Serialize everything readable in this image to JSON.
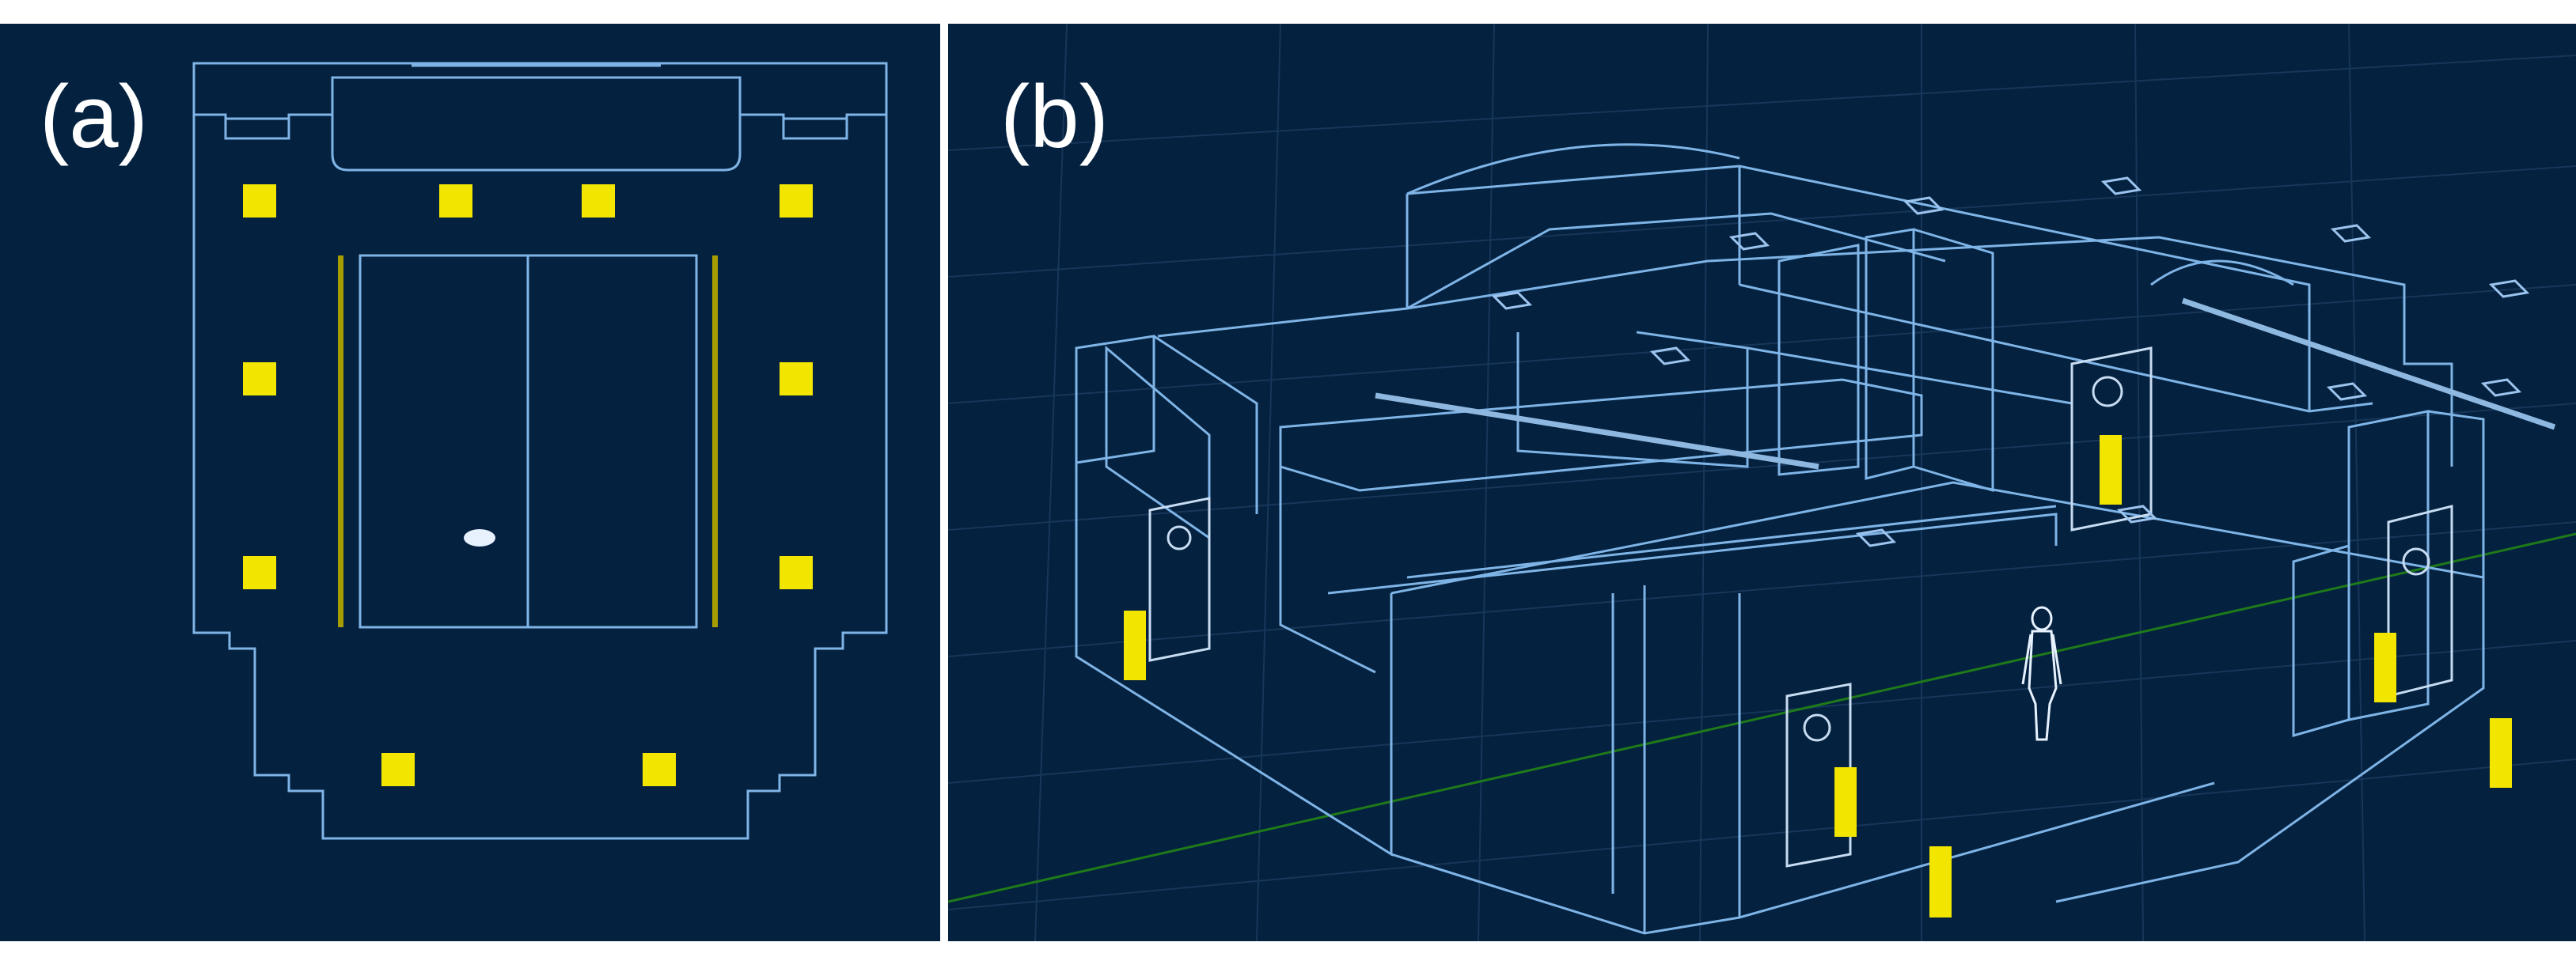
{
  "panels": [
    {
      "id": "a",
      "label": "(a)"
    },
    {
      "id": "b",
      "label": "(b)"
    }
  ],
  "colors": {
    "background": "#04213f",
    "outline": "#7fb4e6",
    "grid": "#173659",
    "lamp": "#f2e600",
    "rail": "#a79d00",
    "ground_line": "#1f7a1a",
    "figure": "#e8f2ff"
  },
  "icons": {
    "lamp": "yellow-square-lamp-icon",
    "person": "human-figure-icon",
    "door": "door-with-window-icon",
    "ceiling_vent": "ceiling-vent-icon"
  }
}
